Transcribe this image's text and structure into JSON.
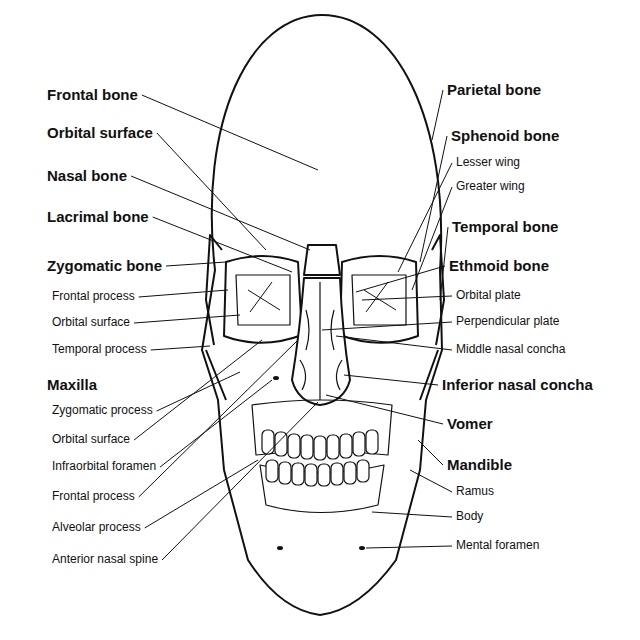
{
  "diagram": {
    "labels": [
      "Frontal bone",
      "Orbital surface",
      "Nasal bone",
      "Lacrimal bone",
      "Zygomatic bone",
      "Frontal process",
      "Orbital surface",
      "Temporal process",
      "Maxilla",
      "Zygomatic process",
      "Orbital surface",
      "Infraorbital foramen",
      "Frontal process",
      "Alveolar process",
      "Anterior nasal spine",
      "Parietal bone",
      "Sphenoid bone",
      "Lesser wing",
      "Greater wing",
      "Temporal bone",
      "Ethmoid bone",
      "Orbital plate",
      "Perpendicular plate",
      "Middle nasal concha",
      "Inferior nasal concha",
      "Vomer",
      "Mandible",
      "Ramus",
      "Body",
      "Mental foramen"
    ]
  }
}
